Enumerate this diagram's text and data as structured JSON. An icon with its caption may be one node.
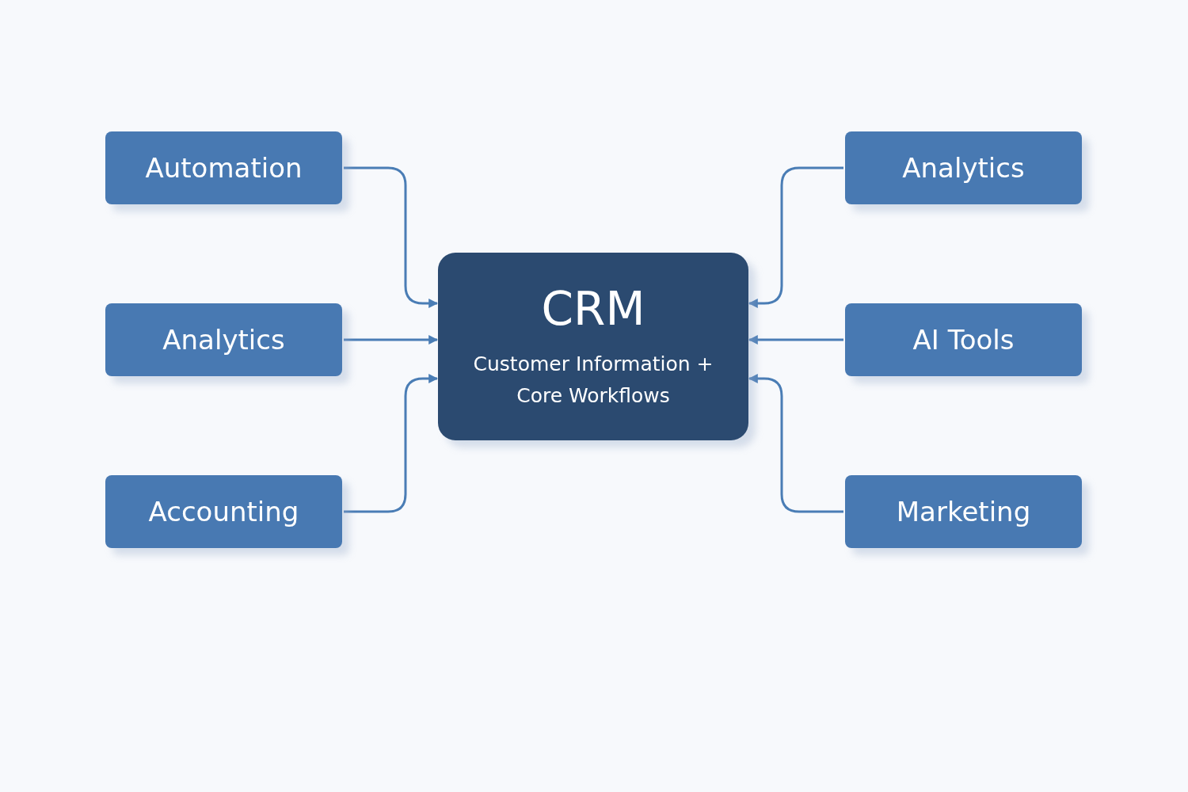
{
  "diagram": {
    "nodes": [
      {
        "text": [
          "Automation"
        ]
      },
      {
        "text": [
          "Analytics"
        ]
      },
      {
        "text": [
          "Analytics"
        ]
      },
      {
        "text": [
          "CRM",
          "Customer Information + Core Workflows"
        ]
      },
      {
        "text": [
          "AI Tools"
        ]
      },
      {
        "text": [
          "Accounting"
        ]
      },
      {
        "text": [
          "Marketing"
        ]
      }
    ],
    "edges": [
      {
        "from": 0,
        "to": 3,
        "arrow": "to"
      },
      {
        "from": 1,
        "to": 3,
        "arrow": "to"
      },
      {
        "from": 2,
        "to": 3,
        "arrow": "to"
      },
      {
        "from": 4,
        "to": 3,
        "arrow": "to"
      },
      {
        "from": 5,
        "to": 3,
        "arrow": "to"
      },
      {
        "from": 6,
        "to": 3,
        "arrow": "to"
      }
    ]
  }
}
